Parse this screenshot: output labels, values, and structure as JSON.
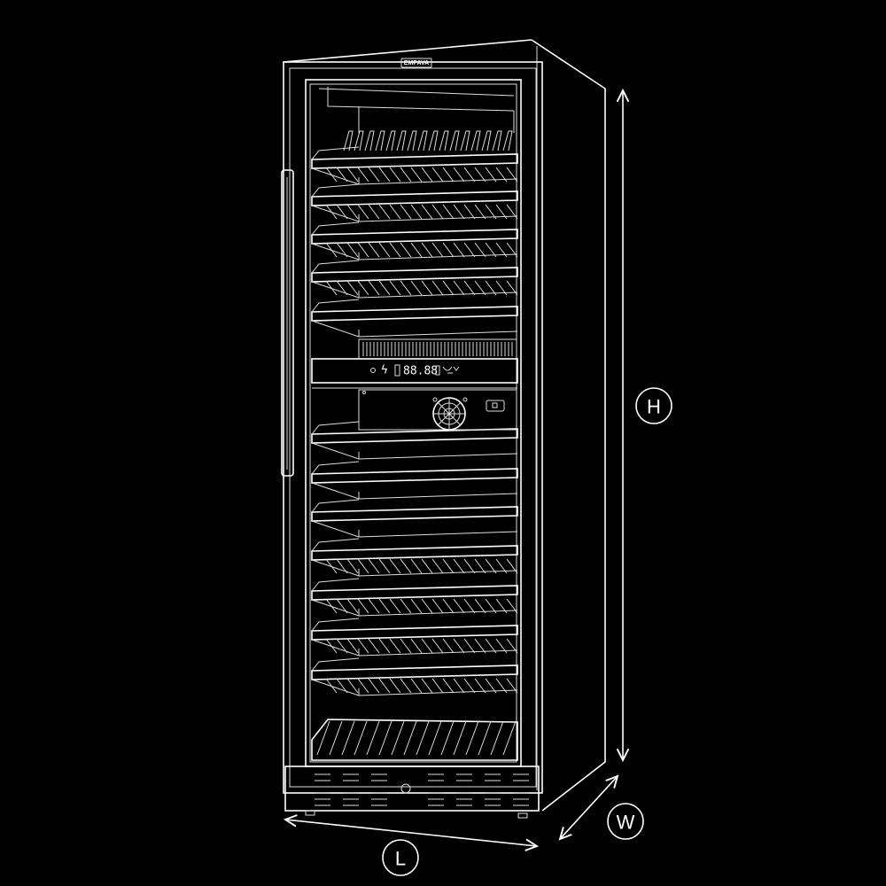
{
  "diagram": {
    "brand_logo": "EMPAVA",
    "display_readout": "88.88",
    "dimensions": {
      "height_label": "H",
      "width_label": "W",
      "length_label": "L"
    },
    "upper_zone_shelves": 5,
    "lower_zone_shelves": 7
  }
}
